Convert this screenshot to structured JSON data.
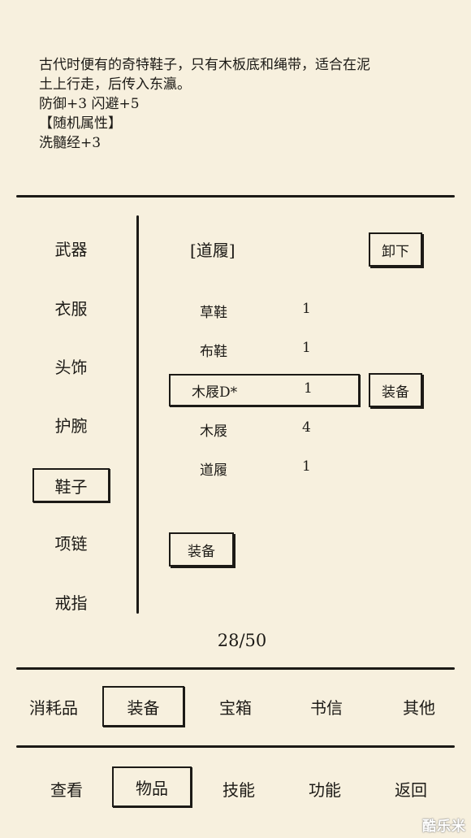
{
  "description": {
    "line1": "古代时便有的奇特鞋子，只有木板底和绳带，适合在泥",
    "line2": "土上行走，后传入东瀛。",
    "stats": "防御+3 闪避+5",
    "random_header": "【随机属性】",
    "random_stat": "洗髓经+3"
  },
  "categories": [
    "武器",
    "衣服",
    "头饰",
    "护腕",
    "鞋子",
    "项链",
    "戒指"
  ],
  "active_category": "鞋子",
  "equipped_slot": "[道履]",
  "unequip_label": "卸下",
  "items": [
    {
      "name": "草鞋",
      "qty": "1"
    },
    {
      "name": "布鞋",
      "qty": "1"
    },
    {
      "name": "木屐D*",
      "qty": "1"
    },
    {
      "name": "木屐",
      "qty": "4"
    },
    {
      "name": "道履",
      "qty": "1"
    }
  ],
  "selected_item": "木屐D*",
  "equip_item_label": "装备",
  "equip_label": "装备",
  "counter": "28/50",
  "bag_tabs": [
    "消耗品",
    "装备",
    "宝箱",
    "书信",
    "其他"
  ],
  "active_bag_tab": "装备",
  "main_tabs": [
    "查看",
    "物品",
    "技能",
    "功能",
    "返回"
  ],
  "active_main_tab": "物品",
  "watermark": "酷乐米"
}
